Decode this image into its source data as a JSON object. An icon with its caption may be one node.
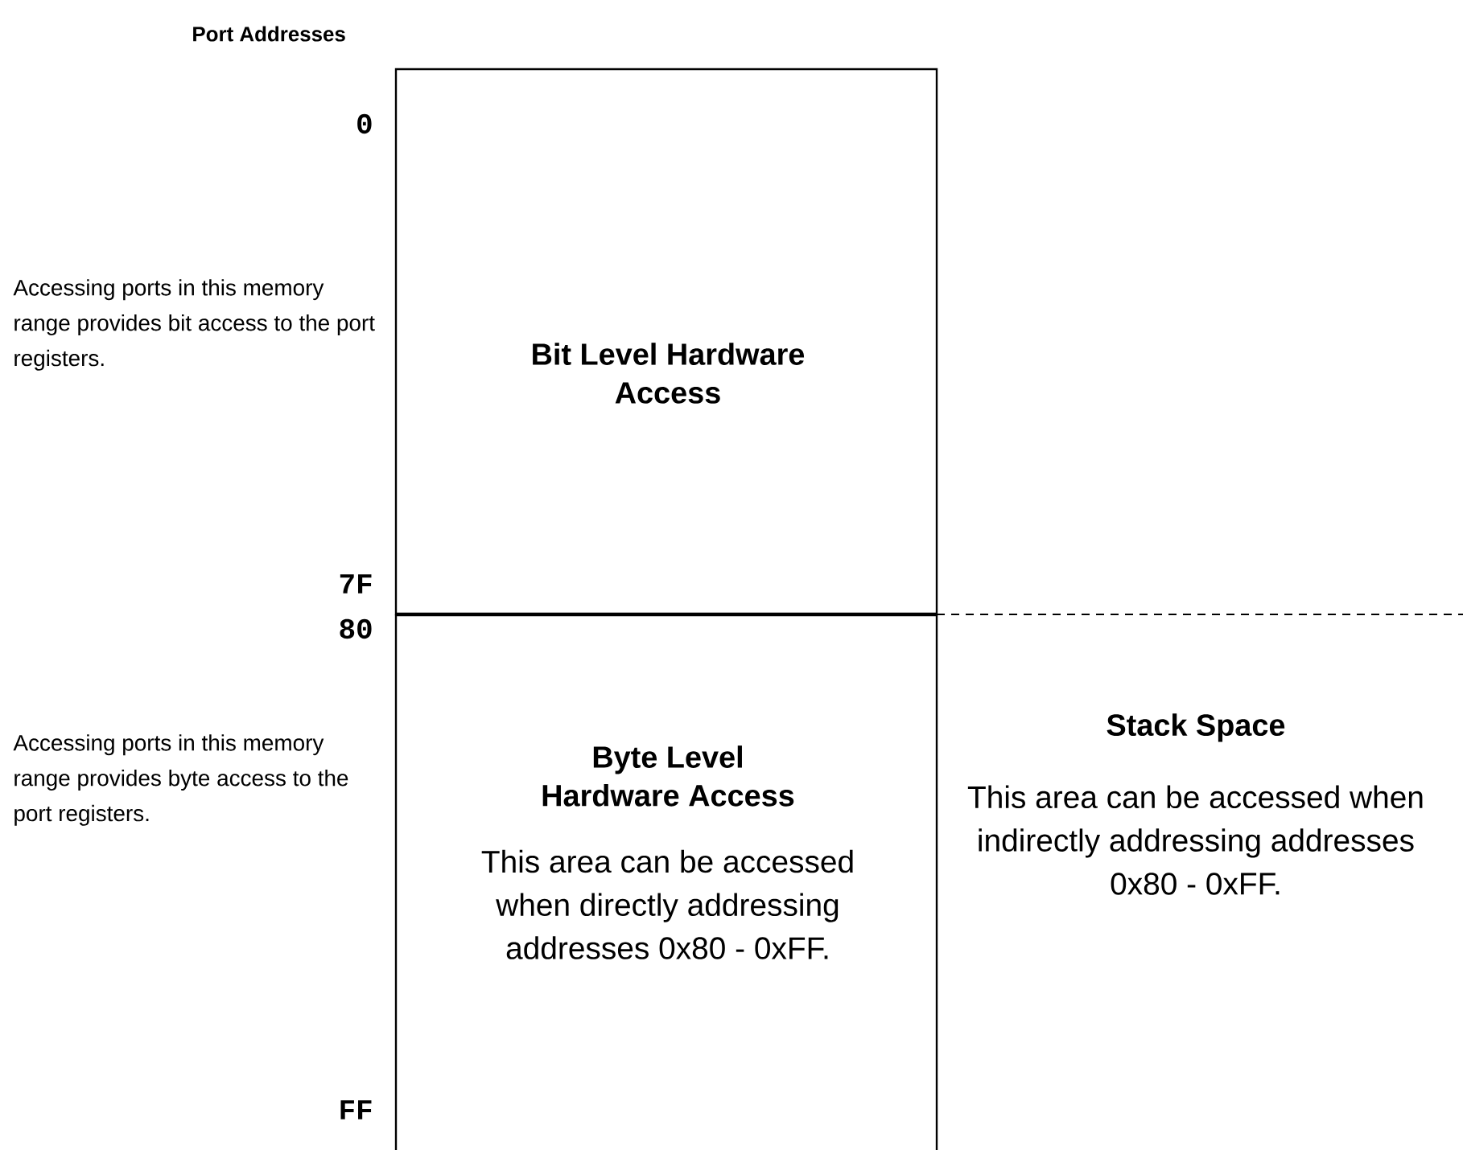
{
  "diagram": {
    "title": "Port Addresses",
    "nodes": [
      {
        "text": [
          "Bit Level Hardware Access"
        ]
      },
      {
        "text": [
          "Byte Level Hardware Access",
          "This area can be accessed when directly addressing addresses 0x80 - 0xFF."
        ]
      },
      {
        "text": [
          "Stack Space",
          "This area can be accessed when indirectly addressing addresses 0x80 - 0xFF."
        ]
      }
    ],
    "labels": [
      "0",
      "Accessing ports in this memory range provides bit access to the port registers.",
      "7F",
      "80",
      "Accessing ports in this memory range provides byte access to the port registers.",
      "FF"
    ]
  }
}
